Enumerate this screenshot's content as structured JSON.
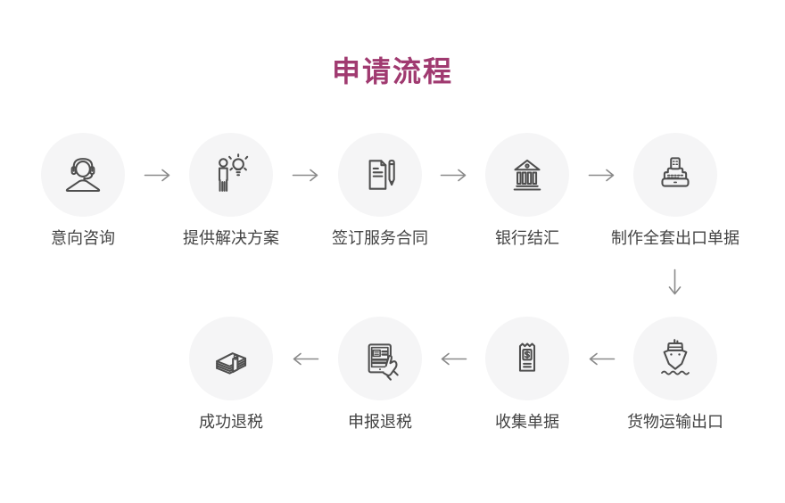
{
  "title": "申请流程",
  "steps": {
    "row1": [
      {
        "label": "意向咨询",
        "icon": "customer-service-headset"
      },
      {
        "label": "提供解决方案",
        "icon": "person-lightbulb"
      },
      {
        "label": "签订服务合同",
        "icon": "contract-and-pen"
      },
      {
        "label": "银行结汇",
        "icon": "bank-building"
      },
      {
        "label": "制作全套出口单据",
        "icon": "document-machine"
      }
    ],
    "row2": [
      {
        "label": "成功退税",
        "icon": "money-stack"
      },
      {
        "label": "申报退税",
        "icon": "tablet-with-hand"
      },
      {
        "label": "收集单据",
        "icon": "dollar-receipt"
      },
      {
        "label": "货物运输出口",
        "icon": "cargo-ship"
      }
    ]
  },
  "flow_connectors": {
    "row1": [
      "right",
      "right",
      "right",
      "right"
    ],
    "between_rows": "down",
    "row2": [
      "left",
      "left",
      "left"
    ]
  },
  "colors": {
    "title": "#a03a70",
    "label": "#434343",
    "circle_background": "#f5f5f6",
    "icon_stroke": "#4f4f4f",
    "arrow": "#8a8a8a",
    "page_background": "#ffffff"
  }
}
